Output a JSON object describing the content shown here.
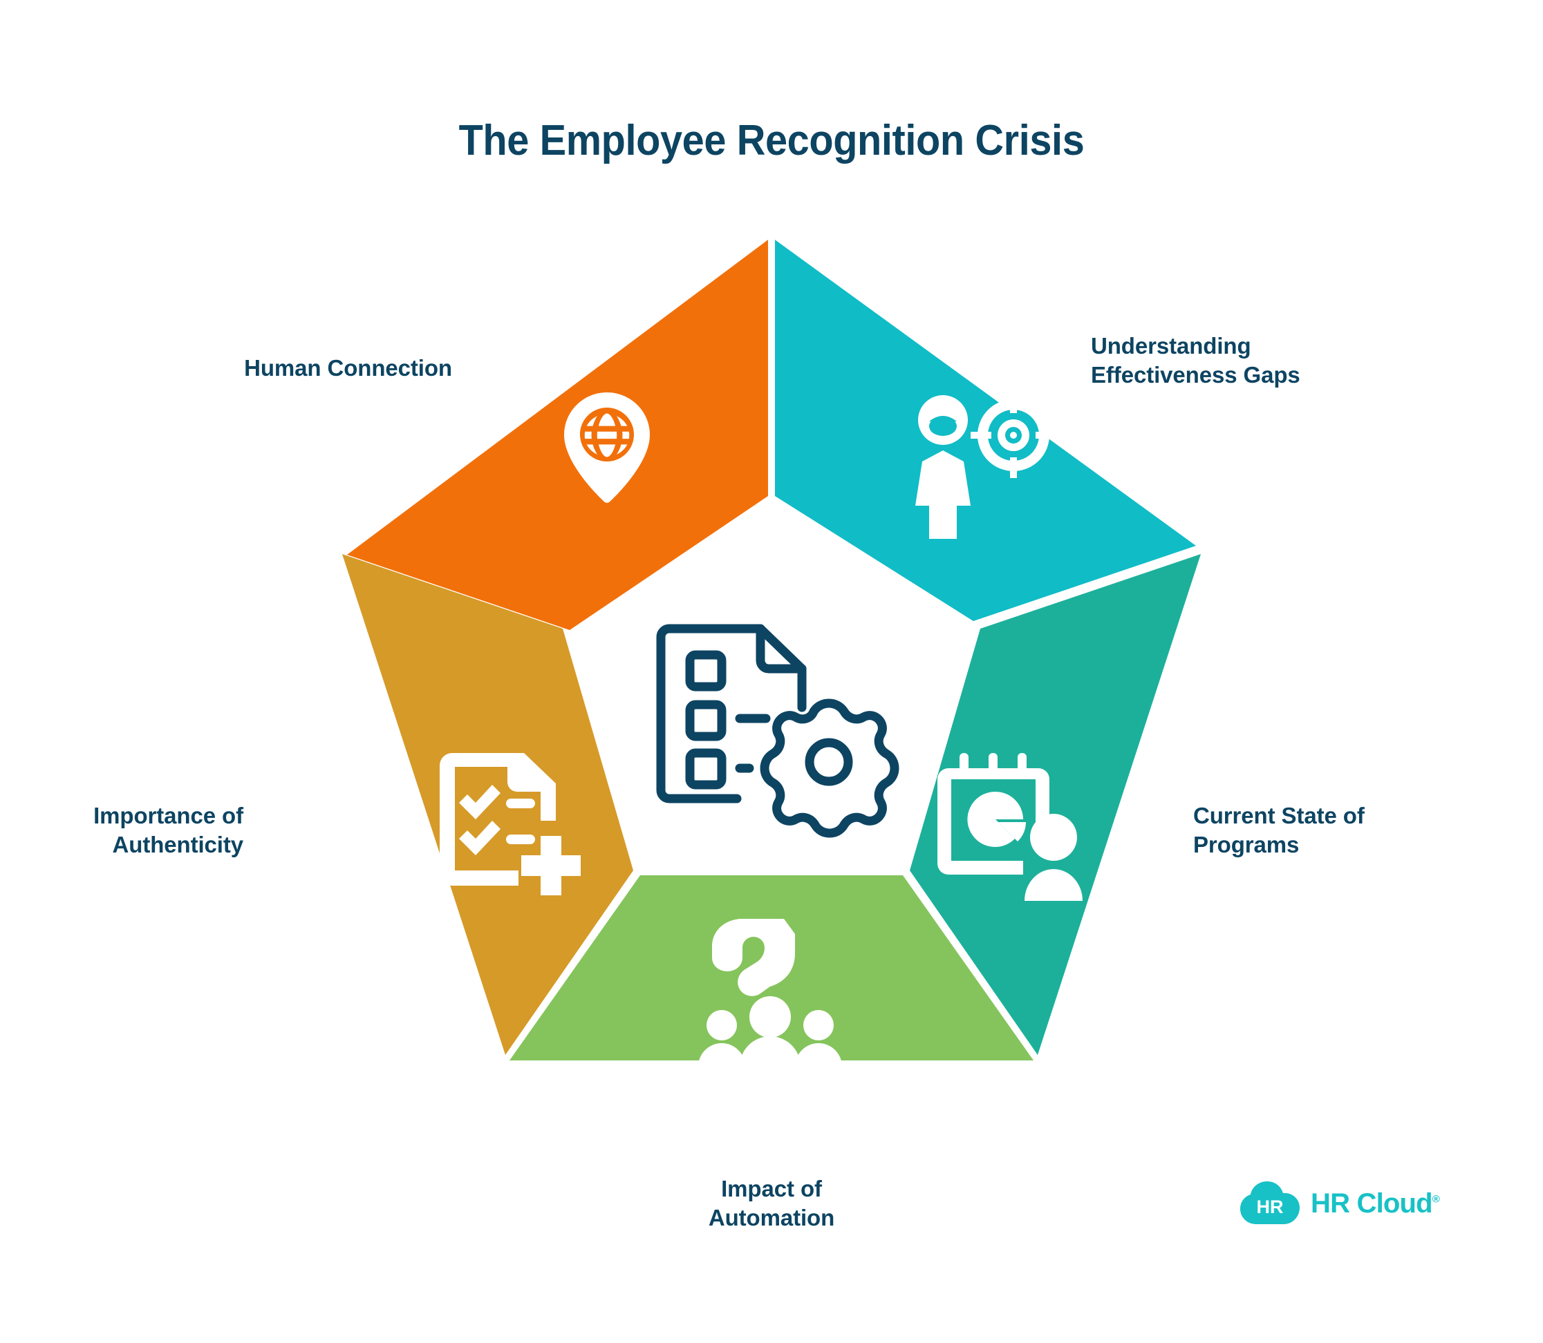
{
  "page": {
    "title": "The Employee Recognition Crisis",
    "background": "#FFFFFF"
  },
  "colors": {
    "navy_text": "#0D4462",
    "orange": "#F2700A",
    "cyan": "#10BCC6",
    "teal_green": "#1CB09A",
    "green": "#85C45C",
    "gold": "#D69A28",
    "brand_teal": "#17C1C6"
  },
  "center": {
    "icon": "document-checklist-gear-icon",
    "icon_color": "#0D4462"
  },
  "segments": [
    {
      "id": "understanding-effectiveness-gaps",
      "label_lines": [
        "Understanding",
        "Effectiveness Gaps"
      ],
      "color": "#10BCC6",
      "icon": "person-target-icon",
      "position": "top-right"
    },
    {
      "id": "current-state-of-programs",
      "label_lines": [
        "Current State of",
        "Programs"
      ],
      "color": "#1CB09A",
      "icon": "calendar-pie-chart-person-icon",
      "position": "right"
    },
    {
      "id": "impact-of-automation",
      "label_lines": [
        "Impact of",
        "Automation"
      ],
      "color": "#85C45C",
      "icon": "robot-arm-people-icon",
      "position": "bottom"
    },
    {
      "id": "importance-of-authenticity",
      "label_lines": [
        "Importance of",
        "Authenticity"
      ],
      "color": "#D69A28",
      "icon": "checklist-document-plus-icon",
      "position": "left"
    },
    {
      "id": "human-connection",
      "label_lines": [
        "Human Connection"
      ],
      "color": "#F2700A",
      "icon": "globe-map-pin-icon",
      "position": "top-left"
    }
  ],
  "logo": {
    "mark_text": "HR",
    "wordmark": "HR Cloud",
    "registered_mark": "®",
    "color": "#17C1C6"
  },
  "chart_data": {
    "type": "pie",
    "title": "The Employee Recognition Crisis",
    "categories": [
      "Understanding Effectiveness Gaps",
      "Current State of Programs",
      "Impact of Automation",
      "Importance of Authenticity",
      "Human Connection"
    ],
    "values": [
      20,
      20,
      20,
      20,
      20
    ],
    "colors": [
      "#10BCC6",
      "#1CB09A",
      "#85C45C",
      "#D69A28",
      "#F2700A"
    ],
    "legend_position": "around",
    "shape": "pentagon-ring",
    "notes": "Five equal pentagon-ring segments; each labeled with a theme and a white pictogram."
  }
}
